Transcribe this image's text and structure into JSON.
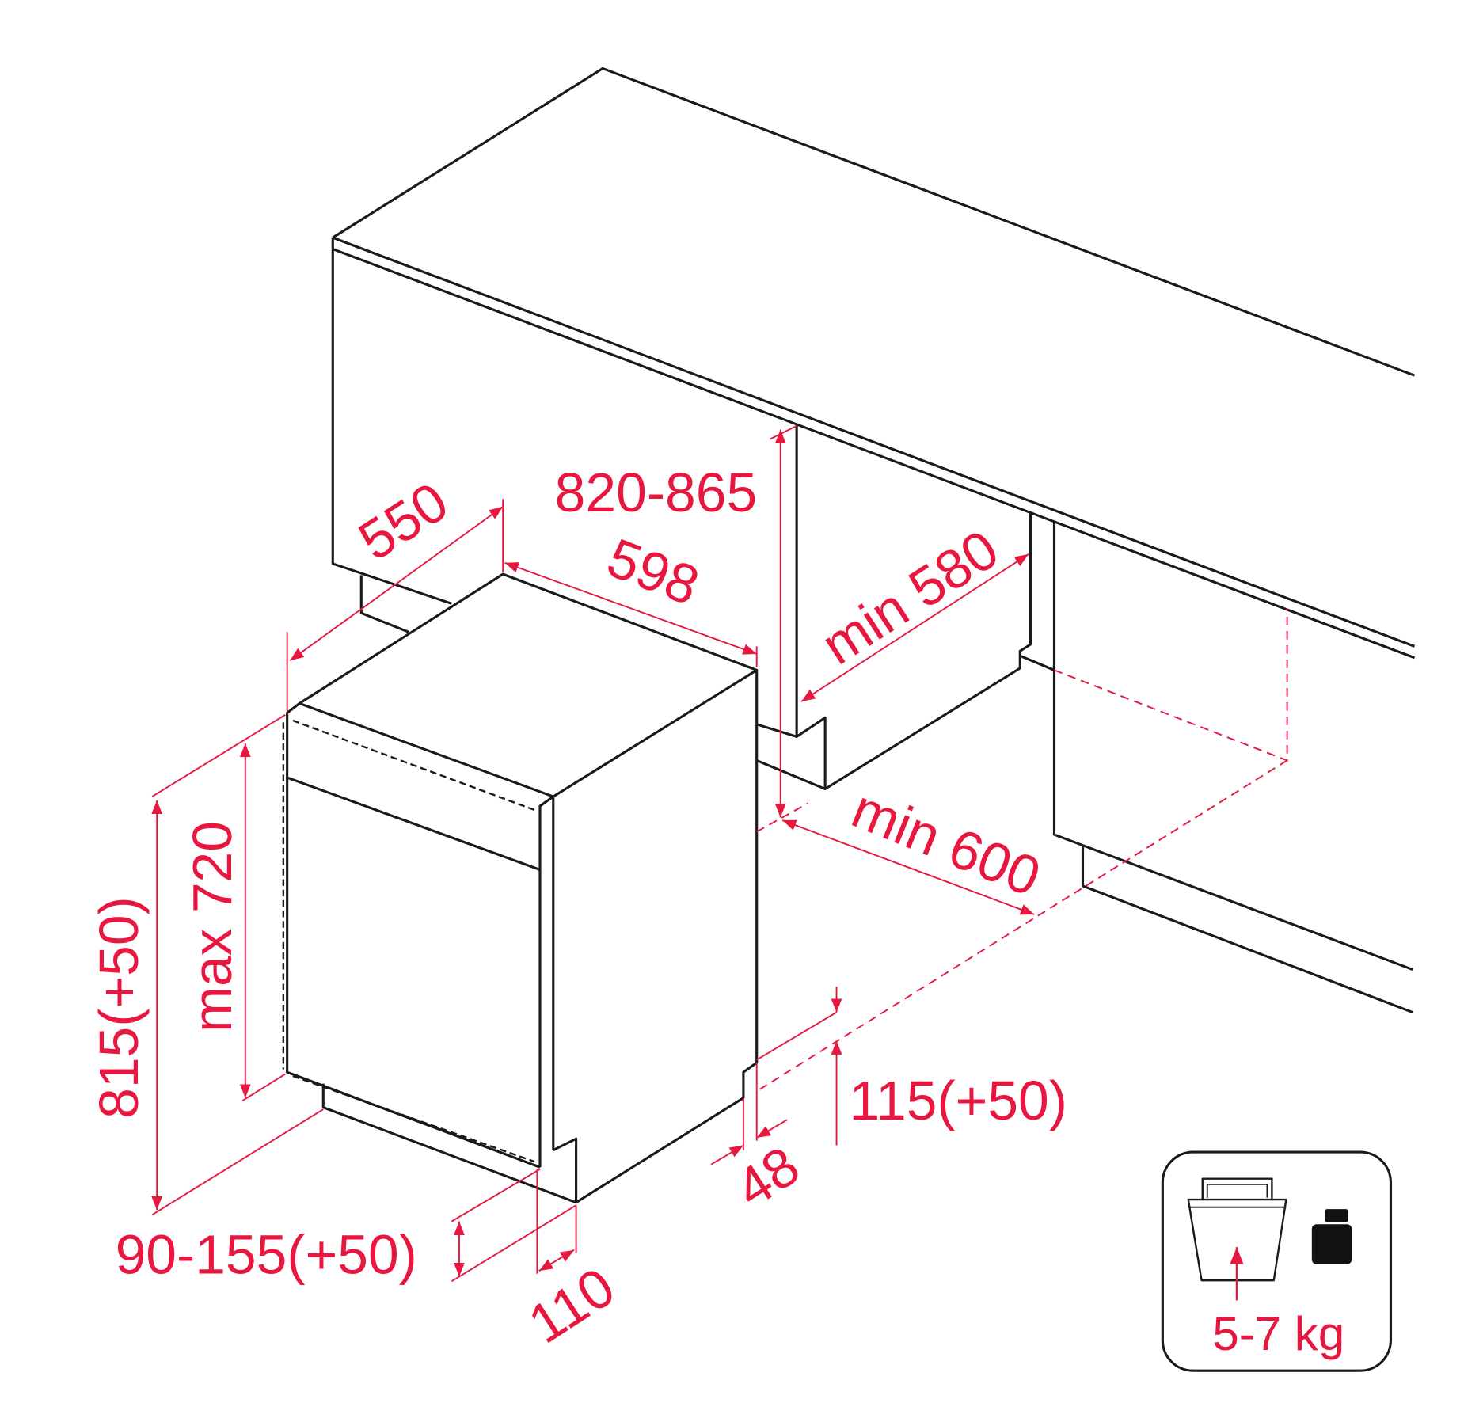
{
  "dimensions": {
    "depth_appliance": "550",
    "width_appliance": "598",
    "countertop_height": "820-865",
    "min_depth_niche": "min 580",
    "min_width_niche": "min 600",
    "total_height": "815(+50)",
    "max_door_height": "max 720",
    "plinth_height": "90-155(+50)",
    "plinth_depth": "110",
    "side_offset": "48",
    "rear_height": "115(+50)"
  },
  "door_weight": {
    "label": "5-7 kg",
    "icon": "door-weight-icon"
  },
  "colors": {
    "dimension": "#e8173f",
    "lines": "#1a1a1a"
  }
}
